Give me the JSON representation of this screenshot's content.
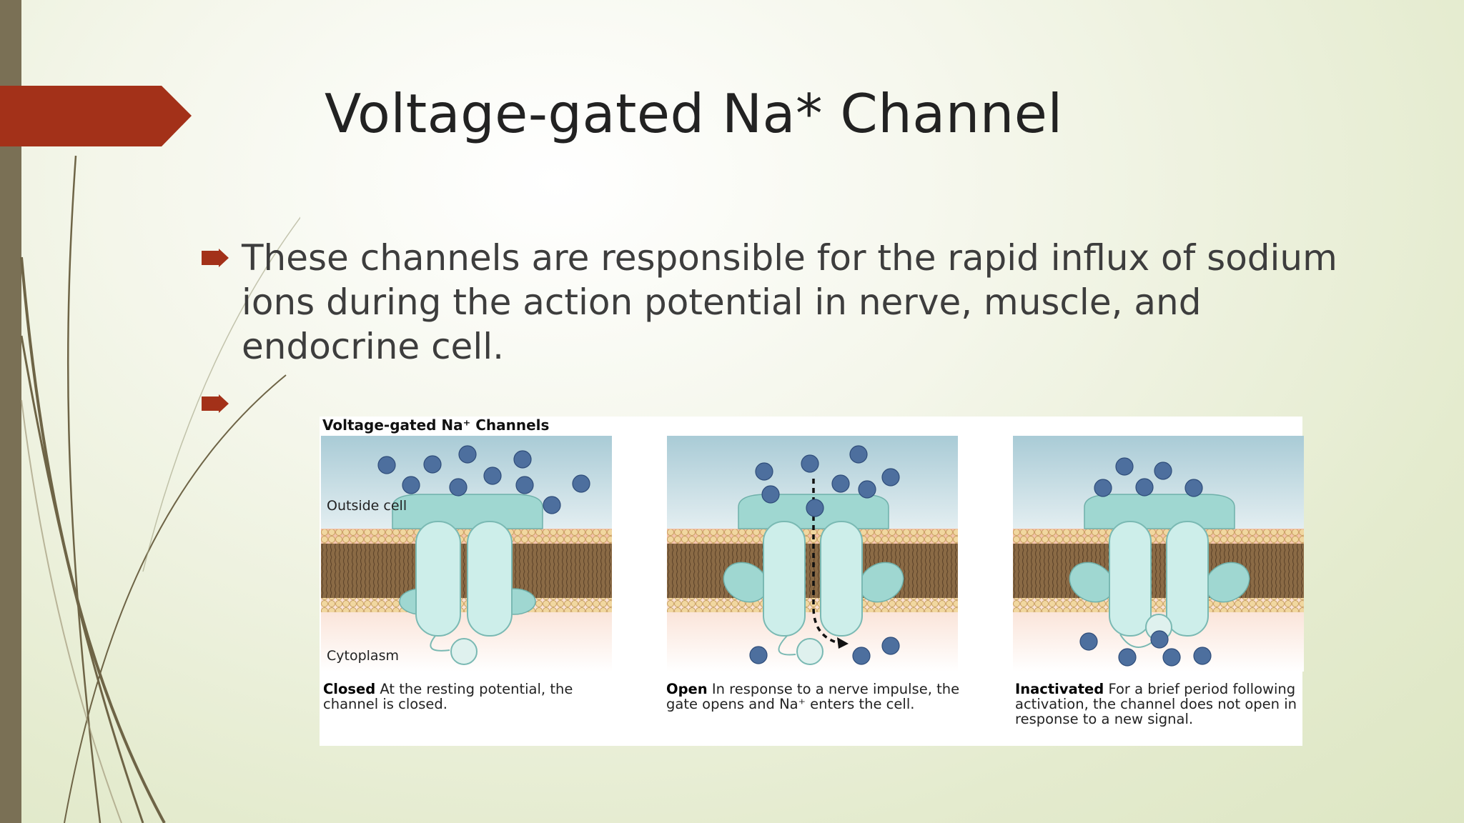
{
  "slide": {
    "title": "Voltage-gated Na* Channel",
    "bullets": [
      " These channels are responsible for the rapid influx of sodium ions during the action potential in nerve, muscle, and endocrine cell."
    ],
    "empty_bullet": ""
  },
  "figure": {
    "title": "Voltage-gated Na⁺ Channels",
    "outside_label": "Outside cell",
    "cytoplasm_label": "Cytoplasm",
    "panels": [
      {
        "state": "Closed",
        "caption": "At the resting potential, the channel is closed."
      },
      {
        "state": "Open",
        "caption": "In response to a nerve impulse, the gate opens and Na⁺ enters the cell."
      },
      {
        "state": "Inactivated",
        "caption": "For a brief period following activation, the channel does not open in response to a new signal."
      }
    ]
  },
  "colors": {
    "accent": "#a33119",
    "left_bar": "#7a7055",
    "ion": "#4d6f9e",
    "channel": "#bfe4e0",
    "membrane": "#8a6a45",
    "head": "#f1d7a0"
  }
}
